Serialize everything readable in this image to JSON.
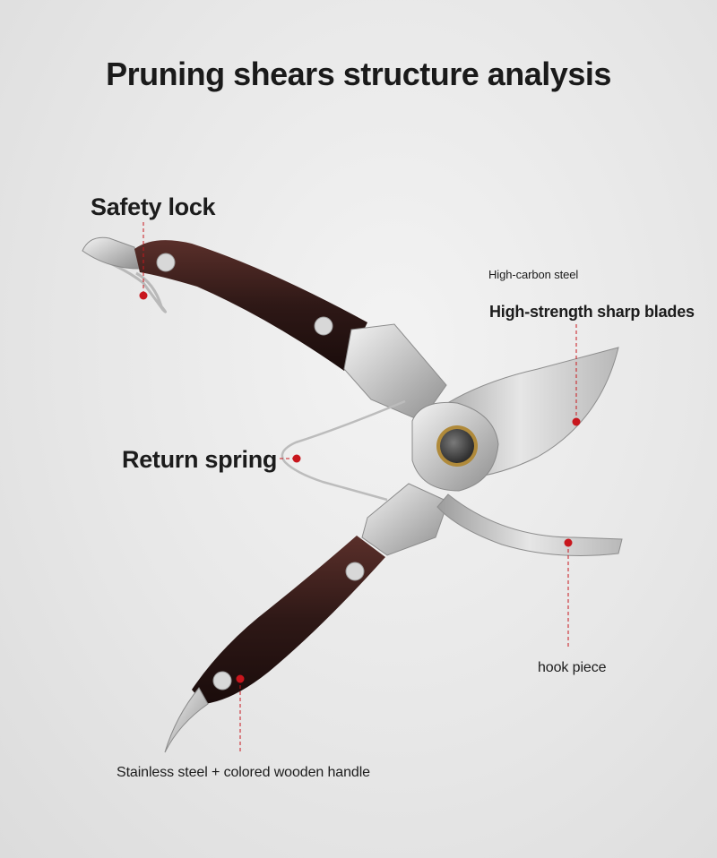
{
  "title": "Pruning shears structure analysis",
  "labels": {
    "safety_lock": "Safety lock",
    "high_carbon_steel": "High-carbon steel",
    "blades": "High-strength sharp blades",
    "return_spring": "Return spring",
    "hook_piece": "hook piece",
    "handle": "Stainless steel + colored wooden handle"
  },
  "colors": {
    "accent": "#c8161d",
    "wood": "#3a1f1c",
    "steel": "#c9c9c9"
  }
}
